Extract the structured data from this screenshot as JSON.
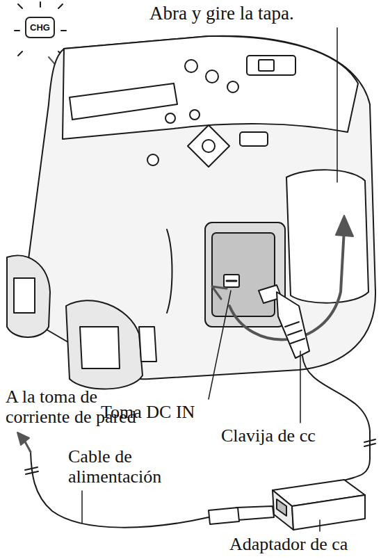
{
  "diagram": {
    "nodes": [
      {
        "text": [
          "CHG"
        ]
      }
    ],
    "labels": [
      "Abra y gire la tapa.",
      "Toma DC IN",
      "Clavija de cc",
      "A la toma de corriente de pared",
      "Cable de alimentación",
      "Adaptador de ca"
    ]
  }
}
